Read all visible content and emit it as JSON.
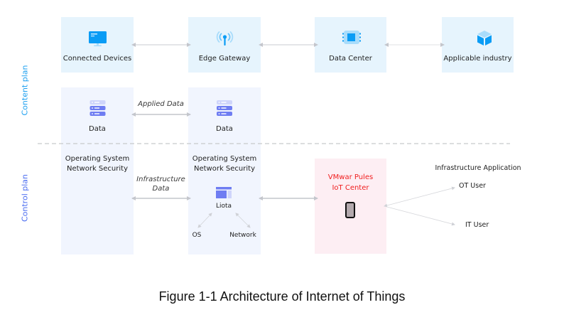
{
  "planes": {
    "content": "Content plan",
    "control": "Control plan"
  },
  "colors": {
    "content_plane": "#1ea0f0",
    "control_plane": "#4a6cf0",
    "icon_blue": "#0a9cf5",
    "icon_light_blue": "#a8dcfb",
    "server_purple": "#6f7df2",
    "highlight_red": "#f01e1e"
  },
  "top_row": [
    {
      "label": "Connected Devices",
      "icon": "monitor-icon"
    },
    {
      "label": "Edge Gateway",
      "icon": "antenna-icon"
    },
    {
      "label": "Data Center",
      "icon": "chip-icon"
    },
    {
      "label": "Applicable industry",
      "icon": "cube-icon"
    }
  ],
  "data_boxes": [
    {
      "label": "Data",
      "icon": "server-icon"
    },
    {
      "label": "Data",
      "icon": "server-icon"
    }
  ],
  "connectors": {
    "applied_data": "Applied Data",
    "infrastructure_data_line1": "Infrastructure",
    "infrastructure_data_line2": "Data"
  },
  "control_boxes": [
    {
      "line1": "Operating System",
      "line2": "Network Security"
    },
    {
      "line1": "Operating System",
      "line2": "Network Security"
    }
  ],
  "liota": {
    "label": "Liota",
    "icon": "layout-icon",
    "children": [
      "OS",
      "Network"
    ]
  },
  "iot_center": {
    "line1": "VMwar Pules",
    "line2": "IoT Center",
    "icon": "phone-icon"
  },
  "infrastructure_application": {
    "title": "Infrastructure Application",
    "users": [
      "OT User",
      "IT User"
    ]
  },
  "caption": "Figure 1-1 Architecture of Internet of Things"
}
